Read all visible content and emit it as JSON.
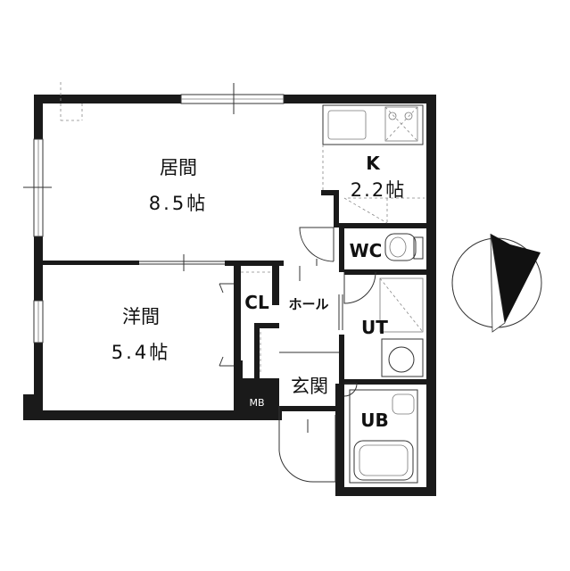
{
  "rooms": {
    "living": {
      "name": "居間",
      "size": "8.5帖"
    },
    "western": {
      "name": "洋間",
      "size": "5.4帖"
    },
    "kitchen": {
      "name": "K",
      "size": "2.2帖"
    },
    "wc": {
      "name": "WC"
    },
    "closet": {
      "name": "CL"
    },
    "hall": {
      "name": "ホール"
    },
    "utility": {
      "name": "UT"
    },
    "entrance": {
      "name": "玄関"
    },
    "bath": {
      "name": "UB"
    },
    "meter_box": {
      "name": "MB"
    }
  },
  "compass": {
    "icon": "north-arrow-icon"
  }
}
